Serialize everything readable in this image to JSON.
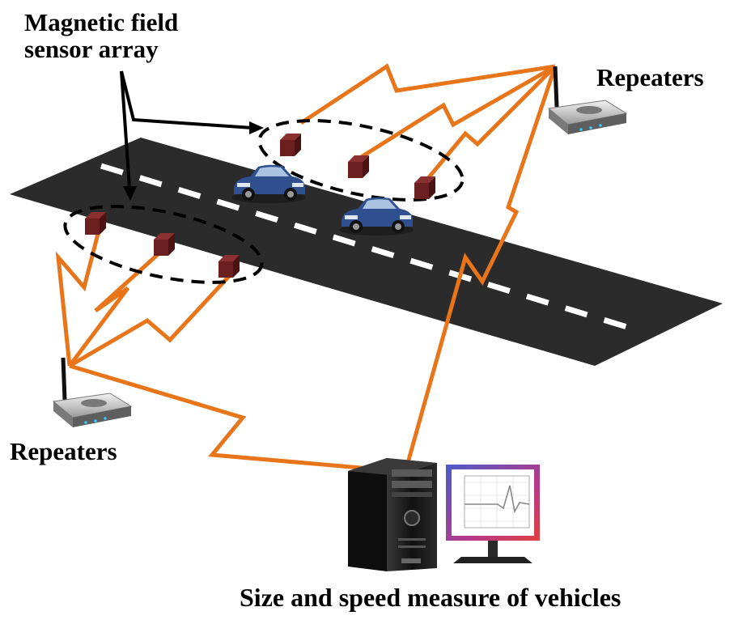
{
  "labels": {
    "sensor_array_line1": "Magnetic field",
    "sensor_array_line2": "sensor array",
    "repeater_right": "Repeaters",
    "repeater_left": "Repeaters",
    "caption": "Size and speed measure of vehicles"
  },
  "colors": {
    "road": "#2b2b2b",
    "lane_marking": "#ffffff",
    "wireless_link": "#e8751a",
    "sensor_node": "#6b1f1f",
    "car_body": "#2f4f8f",
    "computer_case": "#1f1f1f",
    "monitor_plot_line": "#888888"
  },
  "icons": {
    "sensor": "cube-icon",
    "repeater": "wireless-router-icon",
    "vehicle": "car-icon",
    "computer": "desktop-computer-icon",
    "monitor": "monitor-icon"
  },
  "counts": {
    "sensors_per_array": 3,
    "sensor_arrays": 2,
    "repeaters": 2,
    "vehicles": 2
  }
}
